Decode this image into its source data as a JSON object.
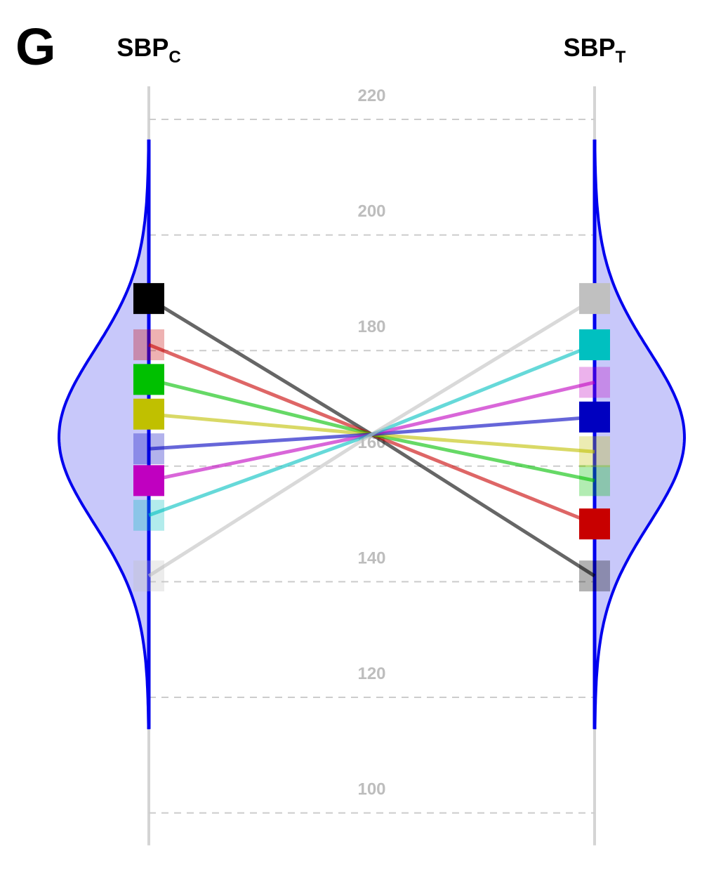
{
  "panel_label": "G",
  "chart_data": {
    "type": "parallel-coordinates",
    "title": "",
    "axes": [
      {
        "main": "SBP",
        "sub": "C"
      },
      {
        "main": "SBP",
        "sub": "T"
      }
    ],
    "ylim": [
      95,
      225
    ],
    "yticks": [
      100,
      120,
      140,
      160,
      180,
      200,
      220
    ],
    "grid": true,
    "crossing_value": 165.5,
    "density": {
      "mean": 165,
      "sd": 15,
      "range": [
        114.5,
        216.5
      ],
      "fill_color": "#c8c8fa",
      "line_color": "#0000ee"
    },
    "series": [
      {
        "color": "#000000",
        "left": 189,
        "right": 141,
        "left_opacity": 1.0,
        "right_opacity": 0.3
      },
      {
        "color": "#c80000",
        "left": 181,
        "right": 150,
        "left_opacity": 0.3,
        "right_opacity": 1.0
      },
      {
        "color": "#00c000",
        "left": 175,
        "right": 157.5,
        "left_opacity": 1.0,
        "right_opacity": 0.3
      },
      {
        "color": "#c0c000",
        "left": 169,
        "right": 162.5,
        "left_opacity": 1.0,
        "right_opacity": 0.3
      },
      {
        "color": "#0000c0",
        "left": 163,
        "right": 168.5,
        "left_opacity": 0.3,
        "right_opacity": 1.0
      },
      {
        "color": "#c000c0",
        "left": 157.5,
        "right": 174.5,
        "left_opacity": 1.0,
        "right_opacity": 0.3
      },
      {
        "color": "#00c0c0",
        "left": 151.5,
        "right": 181,
        "left_opacity": 0.3,
        "right_opacity": 1.0
      },
      {
        "color": "#c0c0c0",
        "left": 141,
        "right": 189,
        "left_opacity": 0.3,
        "right_opacity": 1.0
      }
    ]
  }
}
